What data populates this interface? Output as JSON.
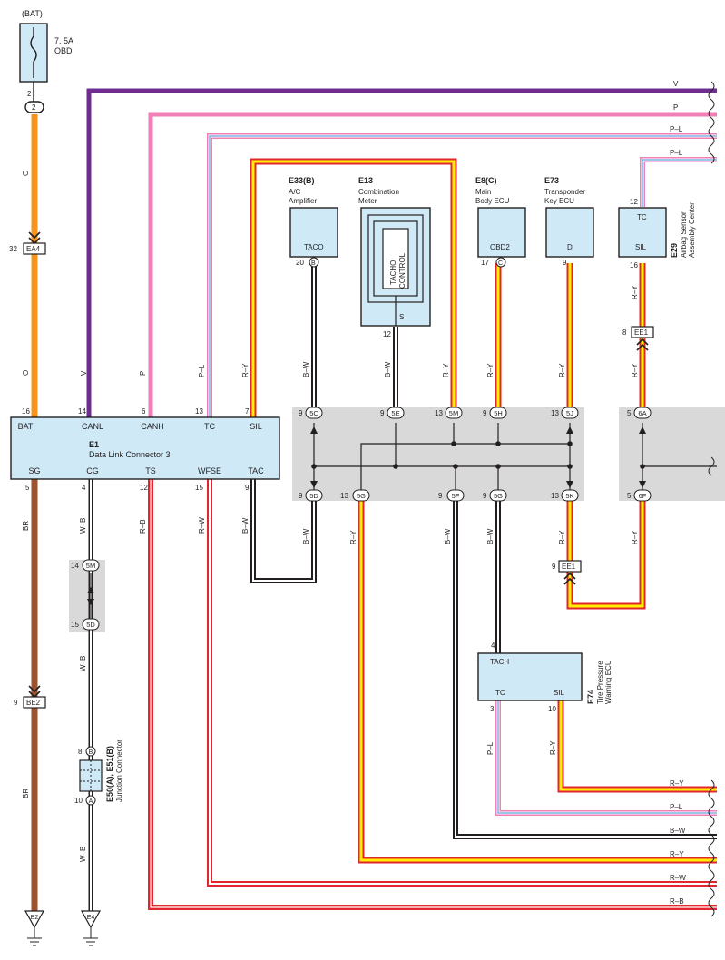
{
  "top": {
    "bat": "(BAT)",
    "fuse_amp": "7. 5A",
    "fuse_name": "OBD",
    "fuse_pin": "2",
    "fuse_conn": "2"
  },
  "bus_wires": {
    "v": "V",
    "p": "P",
    "pl1": "P–L",
    "pl2": "P–L"
  },
  "components": {
    "e33": {
      "code": "E33(B)",
      "name1": "A/C",
      "name2": "Amplifier",
      "terminal": "TACO",
      "pin": "20",
      "conn": "B"
    },
    "e13": {
      "code": "E13",
      "name1": "Combination",
      "name2": "Meter",
      "inner1": "TACHO",
      "inner2": "CONTROL",
      "terminal": "S",
      "pin": "12"
    },
    "e8": {
      "code": "E8(C)",
      "name1": "Main",
      "name2": "Body ECU",
      "terminal": "OBD2",
      "pin": "17",
      "conn": "C"
    },
    "e73": {
      "code": "E73",
      "name1": "Transponder",
      "name2": "Key ECU",
      "terminal": "D",
      "pin": "9"
    },
    "e29": {
      "code": "E29",
      "name1": "Airbag Sensor",
      "name2": "Assembly Center",
      "t1": "TC",
      "t2": "SIL",
      "pin_top": "12",
      "pin_bot": "16"
    },
    "e1": {
      "code": "E1",
      "name": "Data Link Connector 3",
      "top_terms": [
        "BAT",
        "CANL",
        "CANH",
        "TC",
        "SIL"
      ],
      "top_pins": [
        "16",
        "14",
        "6",
        "13",
        "7"
      ],
      "bot_terms": [
        "SG",
        "CG",
        "TS",
        "WFSE",
        "TAC"
      ],
      "bot_pins": [
        "5",
        "4",
        "12",
        "15",
        "9"
      ]
    },
    "e74": {
      "code": "E74",
      "name1": "Tire Pressure",
      "name2": "Warning ECU",
      "t_top": "TACH",
      "pin_top": "4",
      "t1": "TC",
      "t2": "SIL",
      "pin1": "3",
      "pin2": "10"
    },
    "e50": {
      "code": "E50(A), E51(B)",
      "name": "Junction Connector",
      "pin_top": "8",
      "conn_top": "B",
      "pin_bot": "10",
      "conn_bot": "A"
    }
  },
  "connectors": {
    "ea4": {
      "name": "EA4",
      "pin": "32"
    },
    "ee1_top": {
      "name": "EE1",
      "pin": "8"
    },
    "ee1_bot": {
      "name": "EE1",
      "pin": "9"
    },
    "be2": {
      "name": "BE2",
      "pin": "9"
    },
    "j5m": {
      "name": "5M",
      "pin": "14"
    },
    "j5d": {
      "name": "5D",
      "pin": "15"
    },
    "ground_b2": "B2",
    "ground_e4": "E4"
  },
  "junction_top": [
    {
      "name": "5C",
      "pin": "9"
    },
    {
      "name": "5E",
      "pin": "9"
    },
    {
      "name": "5M",
      "pin": "13"
    },
    {
      "name": "5H",
      "pin": "9"
    },
    {
      "name": "5J",
      "pin": "13"
    },
    {
      "name": "6A",
      "pin": "5"
    }
  ],
  "junction_bot": [
    {
      "name": "5D",
      "pin": "9"
    },
    {
      "name": "5G",
      "pin": "13"
    },
    {
      "name": "5F",
      "pin": "9"
    },
    {
      "name": "5G",
      "pin": "9"
    },
    {
      "name": "5K",
      "pin": "13"
    },
    {
      "name": "6F",
      "pin": "5"
    }
  ],
  "wire_labels": {
    "o": "O",
    "v": "V",
    "p": "P",
    "pl": "P–L",
    "ry": "R–Y",
    "bw": "B–W",
    "br": "BR",
    "wb": "W–B",
    "rb": "R–B",
    "rw": "R–W"
  },
  "right_exits": [
    "R–Y",
    "P–L",
    "B–W",
    "R–Y",
    "R–W",
    "R–B"
  ],
  "colors": {
    "violet": "#6f2c91",
    "pink": "#ef7fb4",
    "orange": "#f7941d",
    "brown": "#a0522d",
    "red": "#e3262e",
    "yellow": "#fff200",
    "blue": "#7fb2e5",
    "component_fill": "#cfe9f7",
    "junction_gray": "#d9d9d9"
  }
}
